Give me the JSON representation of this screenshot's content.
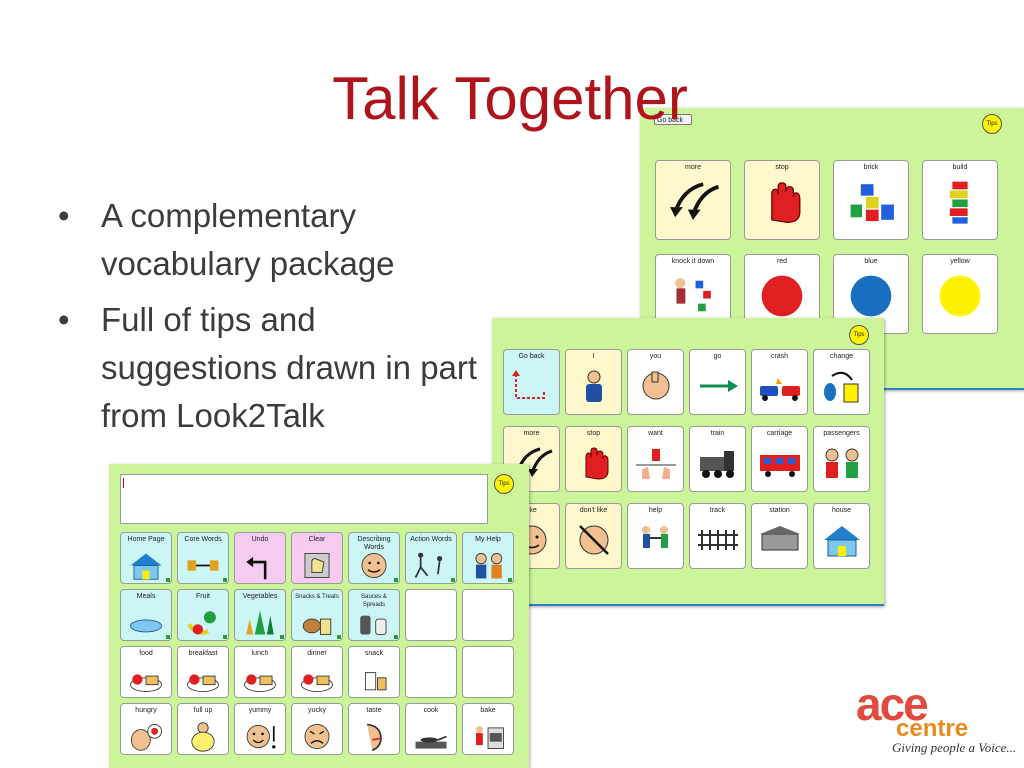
{
  "slide": {
    "title": "Talk Together",
    "bullets": [
      "A complementary vocabulary package",
      "Full of tips and suggestions drawn in part from Look2Talk"
    ],
    "bullet_symbol": "•"
  },
  "panel_a": {
    "go_back": "Go back",
    "tips": "Tips",
    "cells": [
      "more",
      "stop",
      "brick",
      "build",
      "knock it down",
      "red",
      "blue",
      "yellow"
    ]
  },
  "panel_b": {
    "tips": "Tips",
    "cells": [
      "Go back",
      "I",
      "you",
      "go",
      "crash",
      "change",
      "more",
      "stop",
      "want",
      "train",
      "carriage",
      "passengers",
      "like",
      "don't like",
      "help",
      "track",
      "station",
      "house"
    ]
  },
  "panel_c": {
    "tips": "Tips",
    "cells": [
      "Home Page",
      "Core Words",
      "Undo",
      "Clear",
      "Describing Words",
      "Action Words",
      "My Help",
      "Meals",
      "Fruit",
      "Vegetables",
      "Snacks & Treats",
      "Sauces & Spreads",
      "",
      "",
      "food",
      "breakfast",
      "lunch",
      "dinner",
      "snack",
      "",
      "",
      "hungry",
      "full up",
      "yummy",
      "yucky",
      "taste",
      "cook",
      "bake"
    ]
  },
  "logo": {
    "name": "ace",
    "sub": "centre",
    "tagline": "Giving people a Voice..."
  },
  "colors": {
    "title": "#b0141b",
    "panel_bg": "#ccf59a",
    "cell_yellow": "#fff8cc",
    "cell_cyan": "#ccf5f5",
    "cell_pink": "#f5ccf0",
    "cell_white": "#ffffff"
  }
}
